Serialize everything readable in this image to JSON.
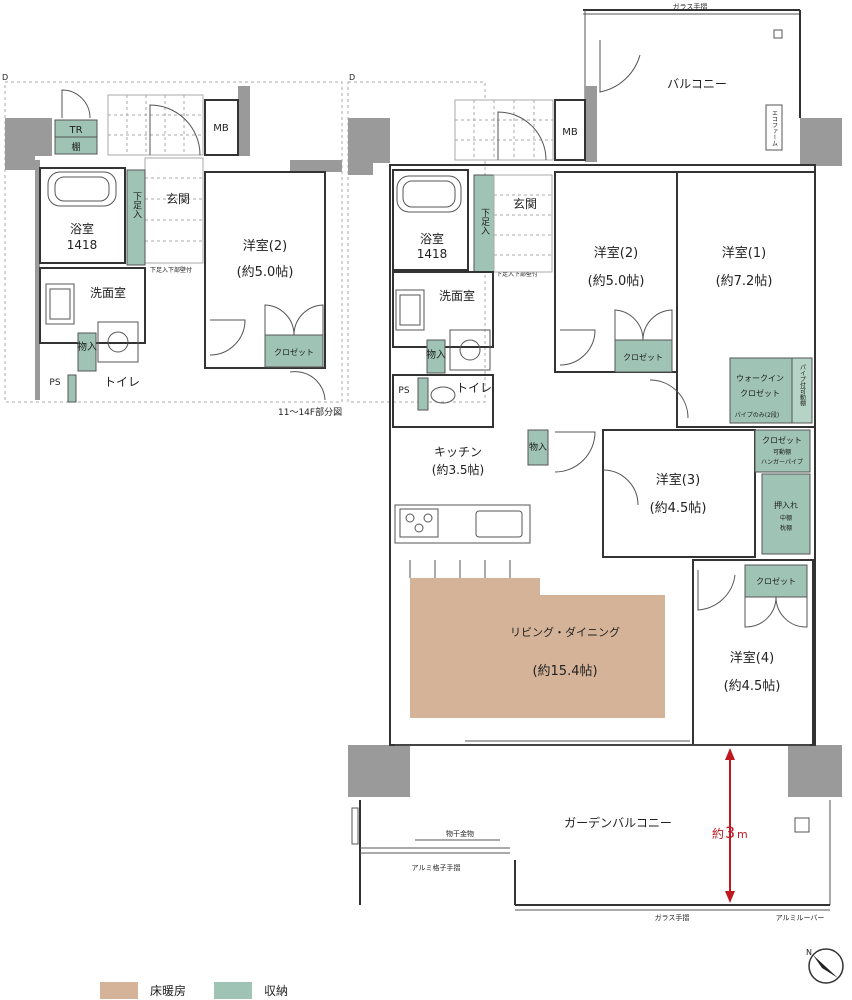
{
  "left_plan": {
    "marker_d": "D",
    "tr": "TR",
    "tana": "棚",
    "mb": "MB",
    "bath": "浴室",
    "bath_size": "1418",
    "genkan": "玄関",
    "geta": "下足入",
    "geta_note": "下足入下部壁付",
    "room2": "洋室(2)",
    "room2_size": "(約5.0帖)",
    "washroom": "洗面室",
    "storage": "物入",
    "closet": "クロゼット",
    "ps": "PS",
    "toilet": "トイレ",
    "caption": "11〜14F部分図"
  },
  "right_plan": {
    "marker_d": "D",
    "glass_top": "ガラス手摺",
    "balcony": "バルコニー",
    "ecofarm": "エコファーム",
    "mb": "MB",
    "bath": "浴室",
    "bath_size": "1418",
    "genkan": "玄関",
    "geta": "下足入",
    "geta_note": "下足入下部壁付",
    "room2": "洋室(2)",
    "room2_size": "(約5.0帖)",
    "room1": "洋室(1)",
    "room1_size": "(約7.2帖)",
    "washroom": "洗面室",
    "storage": "物入",
    "closet": "クロゼット",
    "ps": "PS",
    "toilet": "トイレ",
    "wic": "ウォークイン",
    "wic2": "クロゼット",
    "pipe_note": "パイプのみ(2段)",
    "pipe_shelf": "パイプ付可動棚",
    "kitchen": "キッチン",
    "kitchen_size": "(約3.5帖)",
    "storage2": "物入",
    "closet3": "クロゼット",
    "movable": "可動棚",
    "hanger": "ハンガーパイプ",
    "room3": "洋室(3)",
    "room3_size": "(約4.5帖)",
    "oshiire": "押入れ",
    "nakadana": "中棚",
    "makuradana": "枕棚",
    "closet4": "クロゼット",
    "living": "リビング・ダイニング",
    "living_size": "(約15.4帖)",
    "room4": "洋室(4)",
    "room4_size": "(約4.5帖)",
    "garden": "ガーデンバルコニー",
    "mono": "物干金物",
    "alumi": "アルミ格子手摺",
    "glass_bottom": "ガラス手摺",
    "louver": "アルミルーバー",
    "dim_label": "約",
    "dim_value": "3",
    "dim_unit": "m",
    "compass": "N"
  },
  "legend": {
    "floor_heating": "床暖房",
    "storage": "収納"
  },
  "colors": {
    "floor_heating": "#d4b399",
    "storage": "#9fc3b5",
    "wall": "#9a9a9a",
    "dimension": "#c0181f"
  }
}
